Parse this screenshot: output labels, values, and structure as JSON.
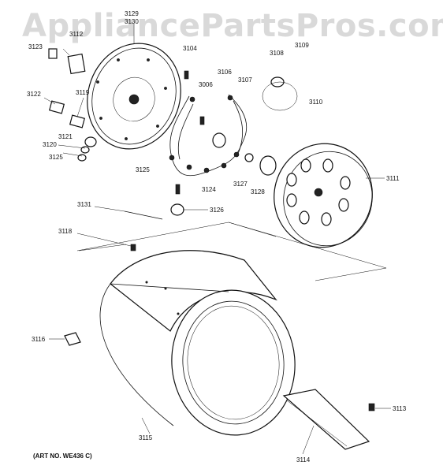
{
  "watermark": "AppliancePartsPros.com",
  "art_number": "(ART NO. WE436 C)",
  "callouts": [
    "3129",
    "3130",
    "3112",
    "3123",
    "3104",
    "3108",
    "3109",
    "3106",
    "3107",
    "3006",
    "3110",
    "3122",
    "3119",
    "3121",
    "3120",
    "3125",
    "3111",
    "3125",
    "3124",
    "3127",
    "3128",
    "3131",
    "3126",
    "3118",
    "3116",
    "3113",
    "3115",
    "3114"
  ]
}
